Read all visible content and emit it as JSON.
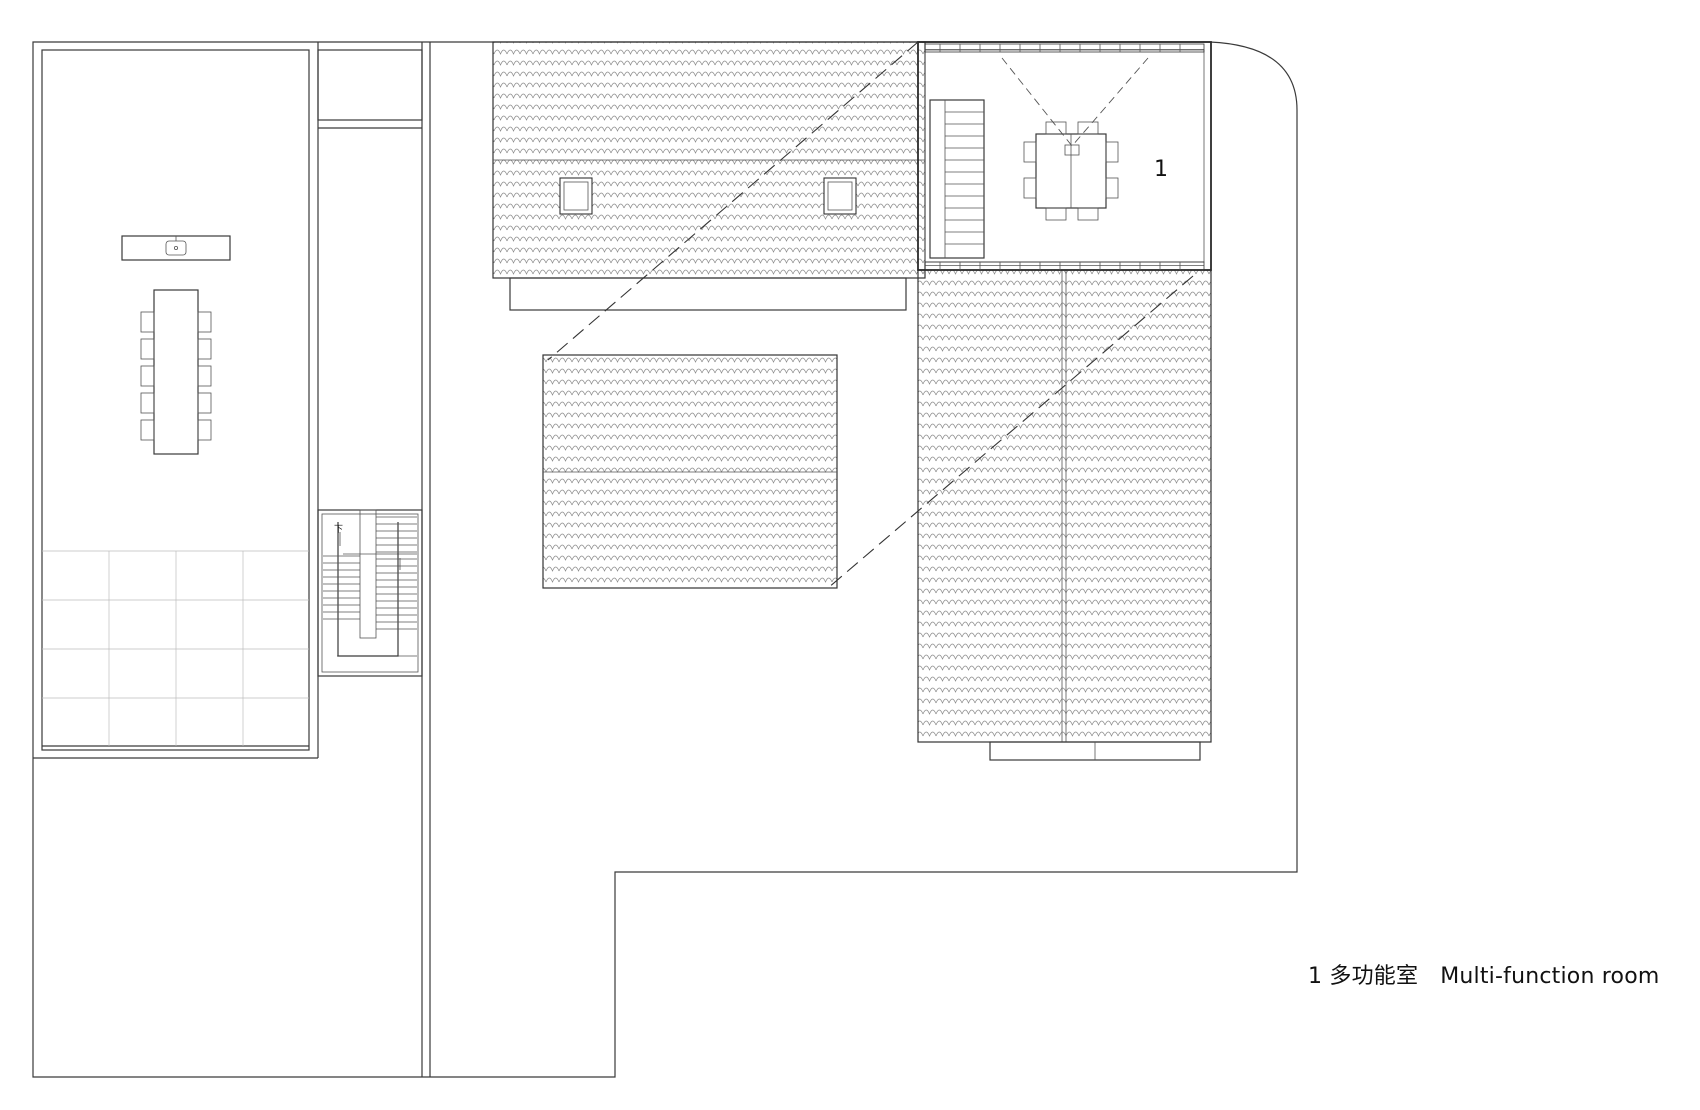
{
  "plan": {
    "room_labels": [
      {
        "number": "1"
      }
    ],
    "stair_label": "下"
  },
  "legend": {
    "items": [
      {
        "number": "1",
        "name_cn": "多功能室",
        "name_en": "Multi-function room"
      }
    ]
  },
  "colors": {
    "line": "#333333",
    "background": "#ffffff"
  }
}
